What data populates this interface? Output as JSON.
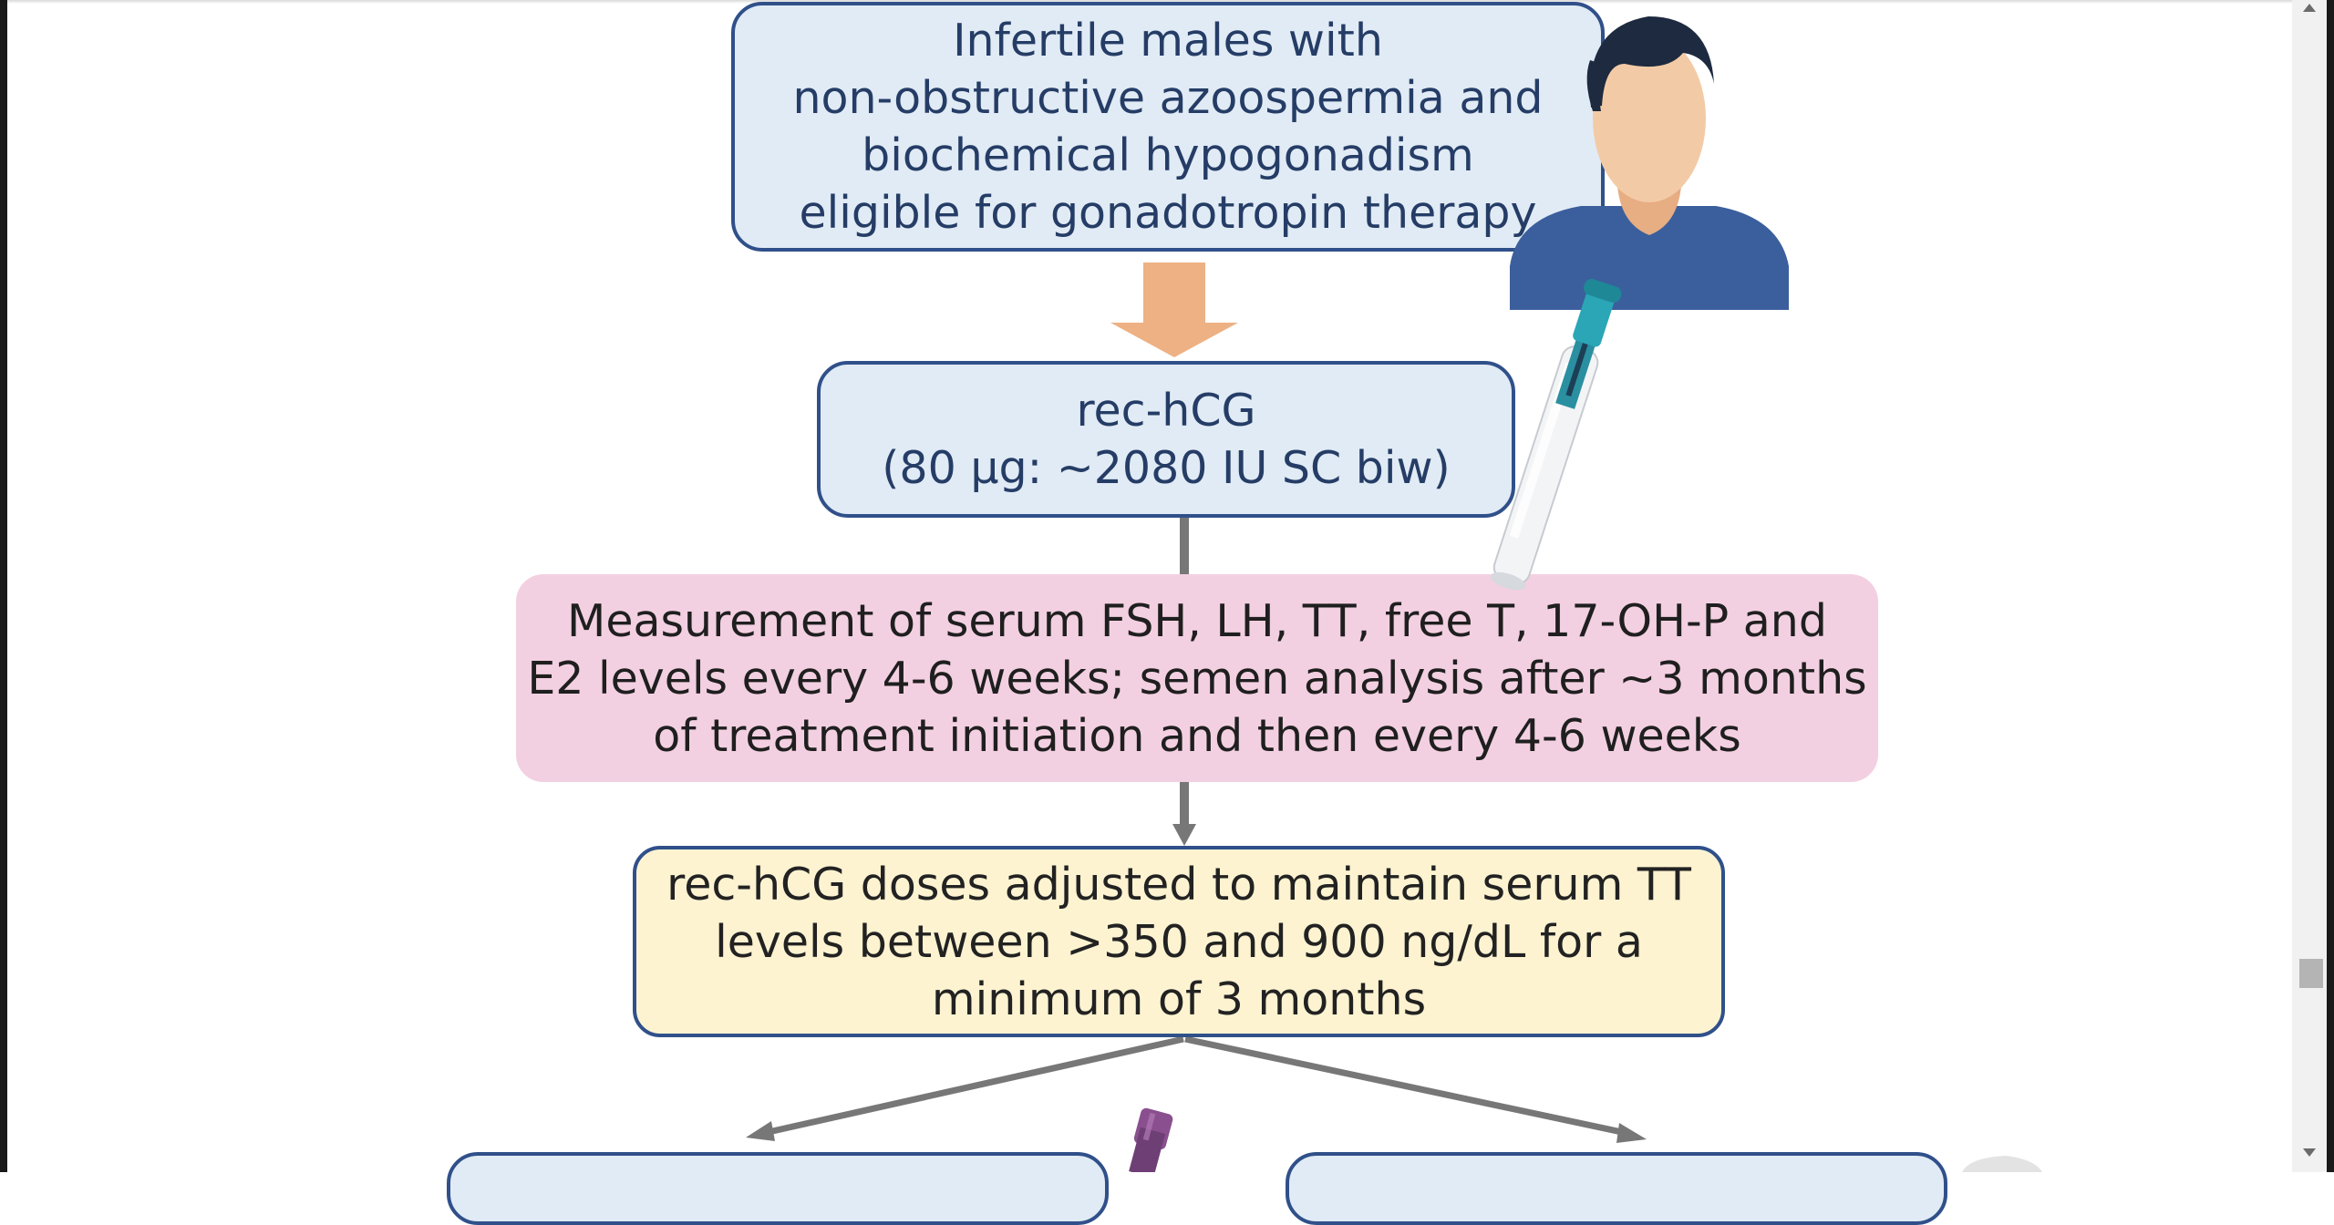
{
  "flowchart": {
    "step1": "Infertile males with\nnon-obstructive azoospermia and\nbiochemical hypogonadism\neligible for gonadotropin therapy",
    "step2": "rec-hCG\n(80 μg: ~2080 IU SC biw)",
    "step3": "Measurement of serum FSH, LH, TT, free T, 17-OH-P and\nE2 levels every 4-6 weeks; semen analysis after ~3 months\nof treatment initiation and then every 4-6 weeks",
    "step4": "rec-hCG doses adjusted to maintain serum TT\nlevels between >350 and 900 ng/dL for a\nminimum of 3 months",
    "branch_left": "",
    "branch_right": ""
  },
  "colors": {
    "box_blue_fill": "#e1ebf5",
    "box_border": "#30508a",
    "box_pink_fill": "#f3d0e1",
    "box_yellow_fill": "#fdf3d1",
    "arrow_orange": "#edb183",
    "arrow_gray": "#777777"
  },
  "icons": [
    "patient-avatar-icon",
    "injection-pen-icon",
    "purple-vial-icon"
  ]
}
